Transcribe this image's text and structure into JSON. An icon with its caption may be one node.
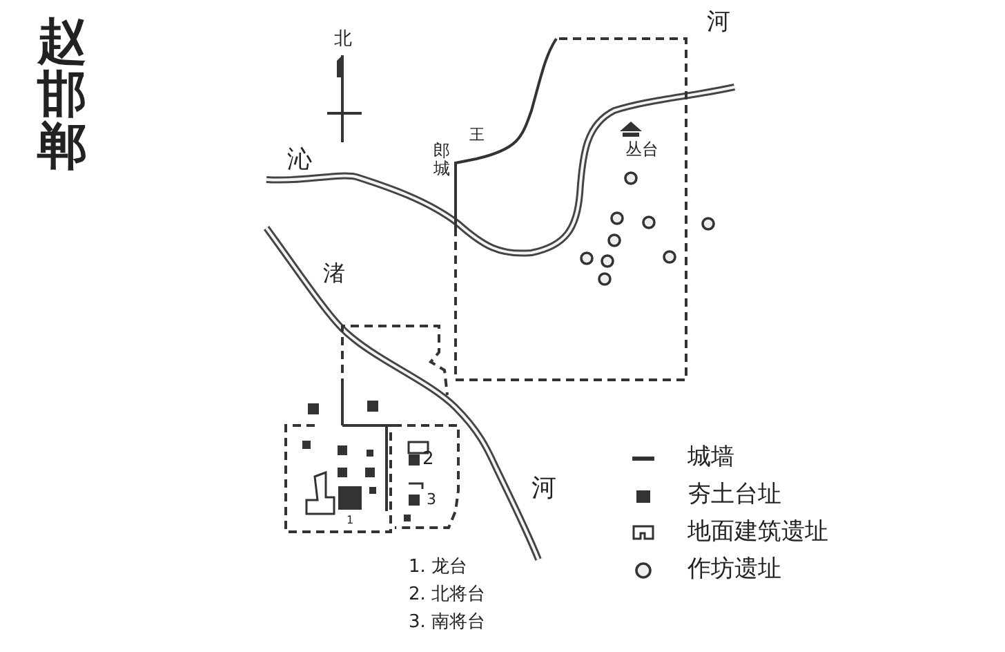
{
  "diagram": {
    "title": "赵邯郸",
    "labels": [
      "北",
      "河",
      "王",
      "郎城",
      "沁",
      "丛台",
      "渚",
      "2",
      "河",
      "3",
      "1",
      "1. 龙台",
      "2. 北将台",
      "3. 南将台"
    ],
    "legend": [
      {
        "text": "城墙"
      },
      {
        "text": "夯土台址",
        "color": "#333333"
      },
      {
        "text": "地面建筑遗址"
      },
      {
        "text": "作坊遗址"
      }
    ]
  }
}
